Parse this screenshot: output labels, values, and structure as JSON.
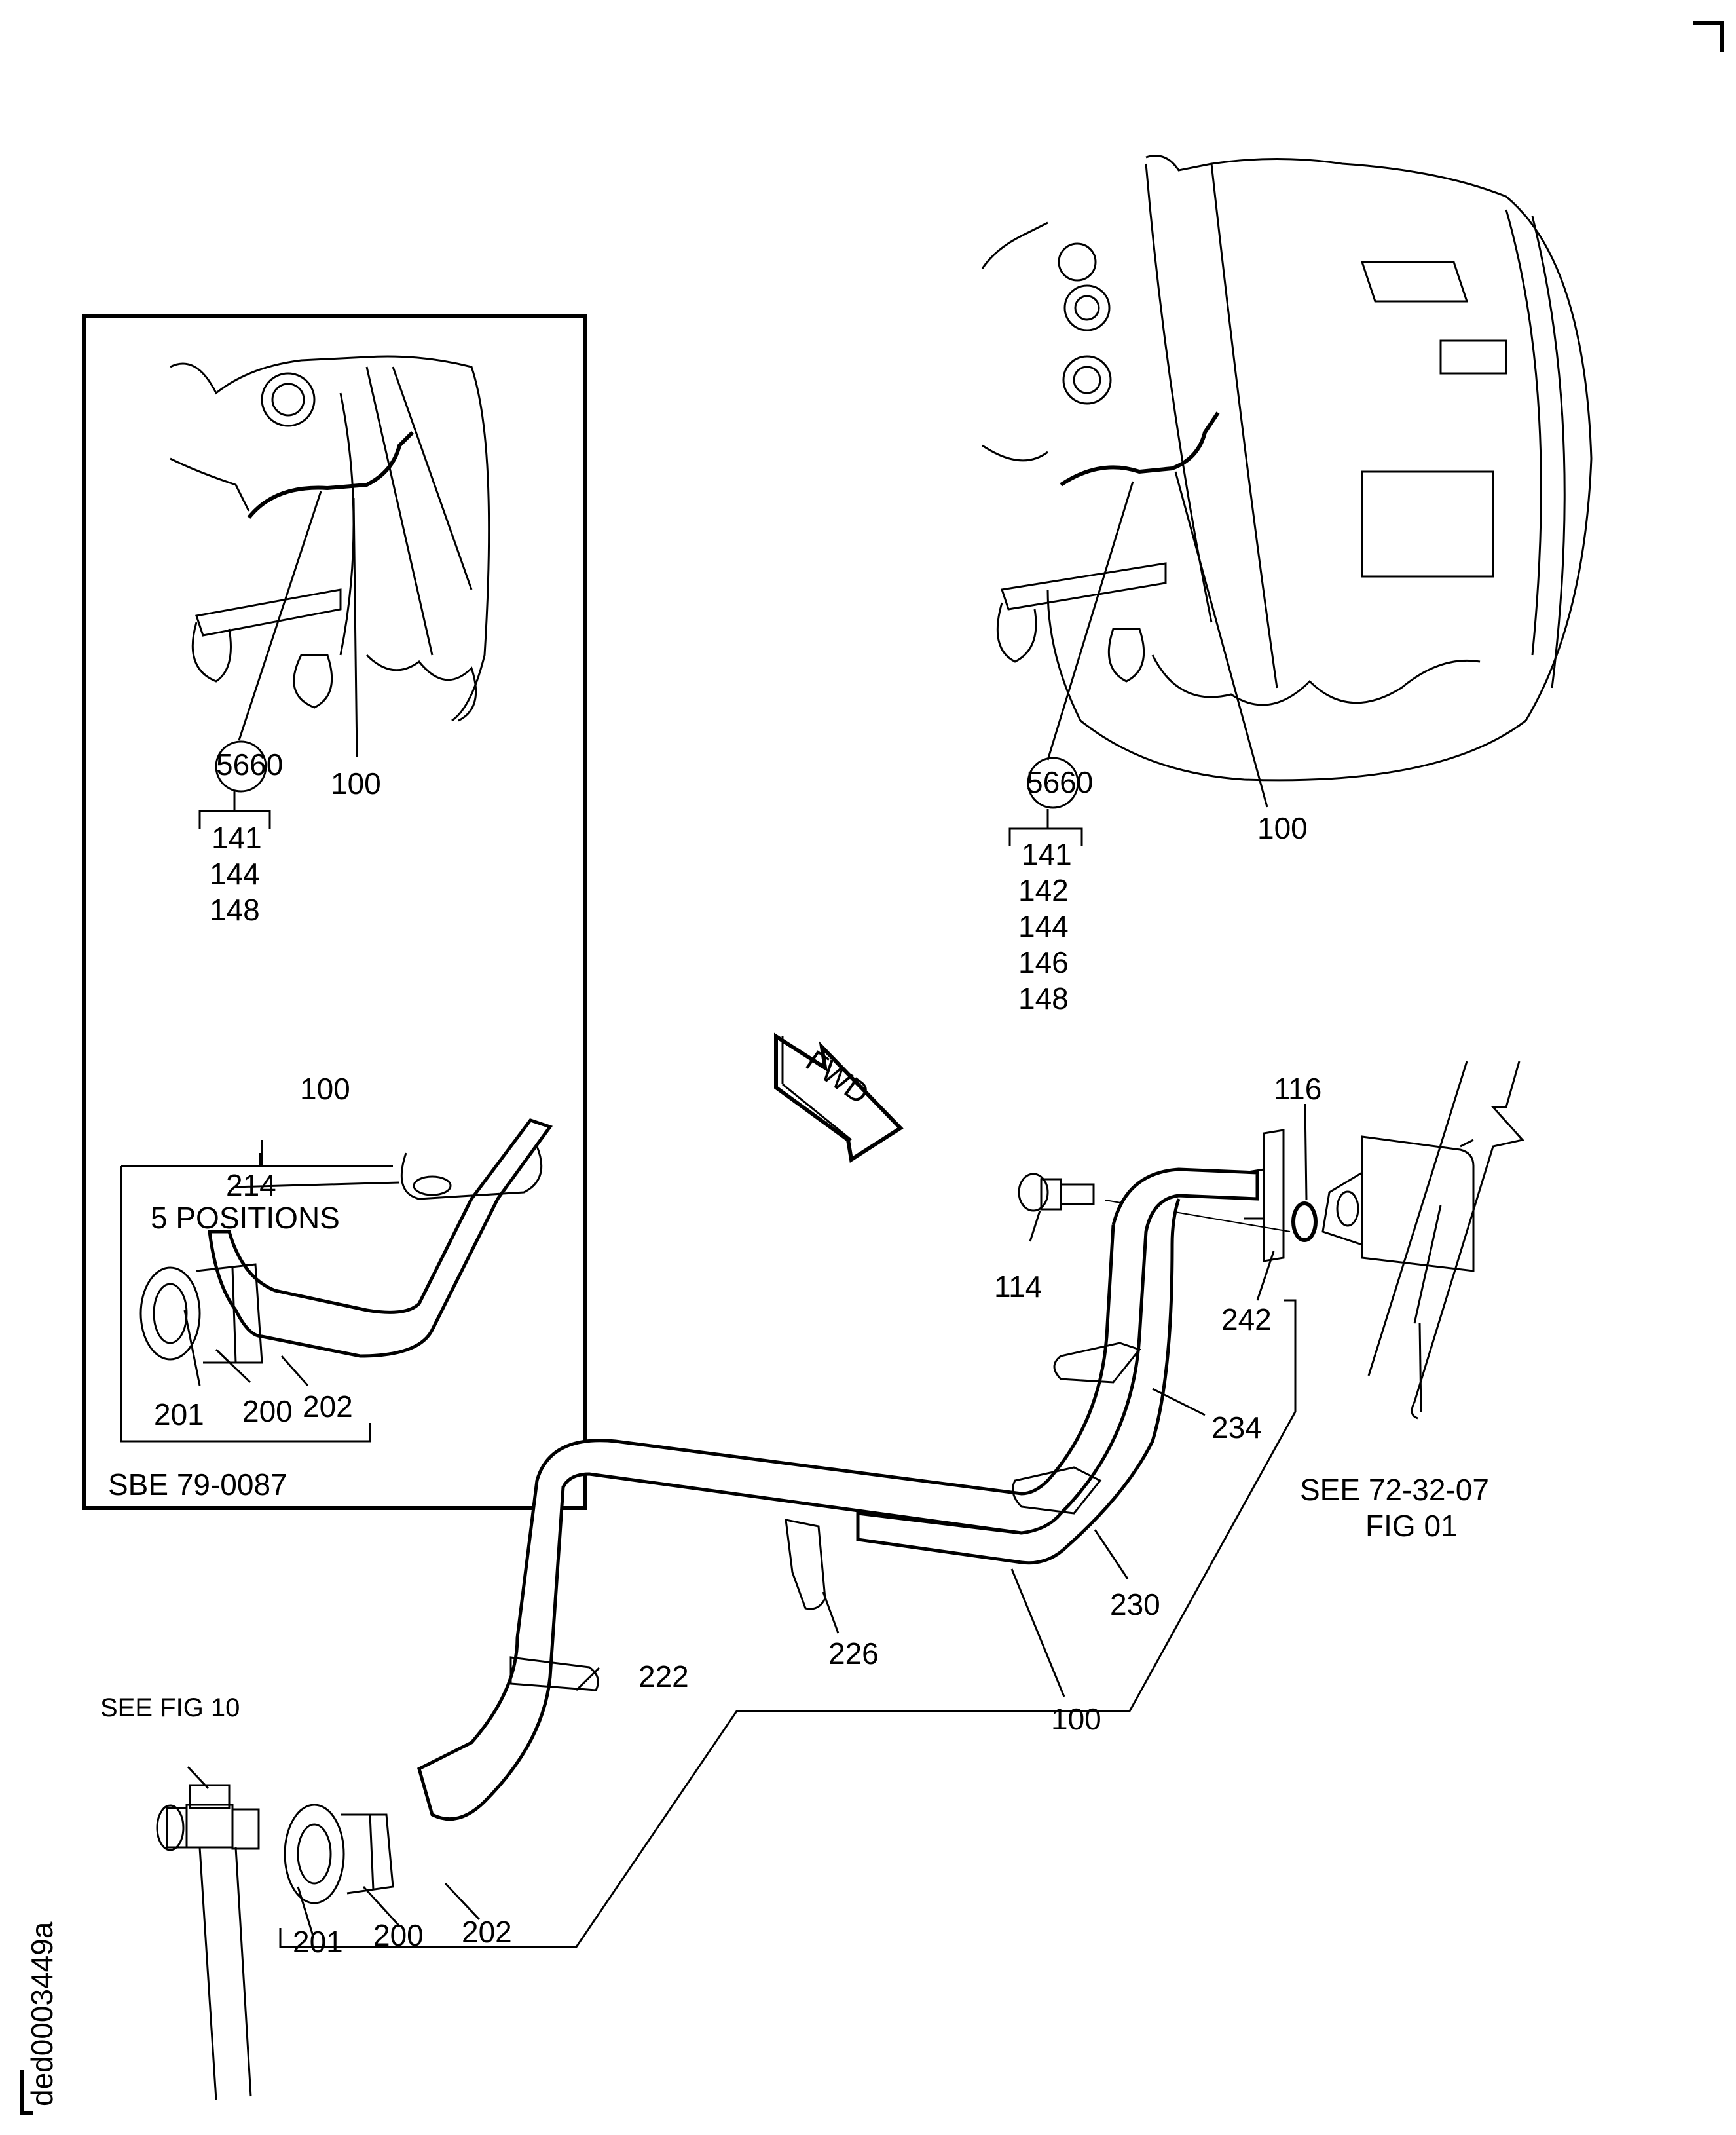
{
  "figure": {
    "document_id": "ded0003449a",
    "direction_indicator": "FWD"
  },
  "inset": {
    "effectivity_note": "SBE 79-0087",
    "engine_view": {
      "circled_callout": "5660",
      "bracket_items": [
        "141",
        "144",
        "148"
      ],
      "tube_callout": "100"
    },
    "detail": {
      "assembly_callout": "100",
      "boss_callout": "214",
      "boss_note": "5 POSITIONS",
      "fitting_callouts": [
        "201",
        "200",
        "202"
      ]
    }
  },
  "main_view": {
    "engine_view": {
      "circled_callout": "5660",
      "bracket_items": [
        "141",
        "142",
        "144",
        "146",
        "148"
      ],
      "tube_callout": "100"
    },
    "callouts": {
      "bolt": "114",
      "packing": "116",
      "flange": "242",
      "clamp_upper": "234",
      "clamp_mid": "230",
      "clamp_center": "226",
      "clamp_lower": "222",
      "tube": "100",
      "fitting_nut": "201",
      "fitting_sleeve": "200",
      "fitting_body": "202"
    },
    "references": {
      "right_reference_line1": "SEE 72-32-07",
      "right_reference_line2": "FIG 01",
      "left_reference": "SEE FIG 10"
    }
  }
}
